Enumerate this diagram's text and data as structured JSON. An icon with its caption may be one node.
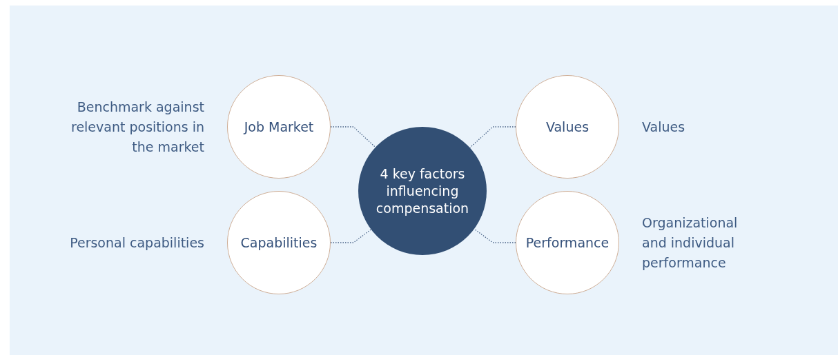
{
  "diagram": {
    "nodes": [
      {
        "text": [
          "4 key factors influencing compensation"
        ]
      },
      {
        "text": [
          "Job Market"
        ],
        "beside": [
          "Benchmark against relevant positions in the market"
        ]
      },
      {
        "text": [
          "Values"
        ],
        "beside": [
          "Values"
        ]
      },
      {
        "text": [
          "Capabilities"
        ],
        "beside": [
          "Personal capabilities"
        ]
      },
      {
        "text": [
          "Performance"
        ],
        "beside": [
          "Organizational and individual performance"
        ]
      }
    ],
    "edges": [
      {
        "from": 1,
        "to": 0,
        "arrow": "none",
        "style": "dashed"
      },
      {
        "from": 2,
        "to": 0,
        "arrow": "none",
        "style": "dashed"
      },
      {
        "from": 3,
        "to": 0,
        "arrow": "none",
        "style": "dashed"
      },
      {
        "from": 4,
        "to": 0,
        "arrow": "none",
        "style": "dashed"
      }
    ]
  }
}
